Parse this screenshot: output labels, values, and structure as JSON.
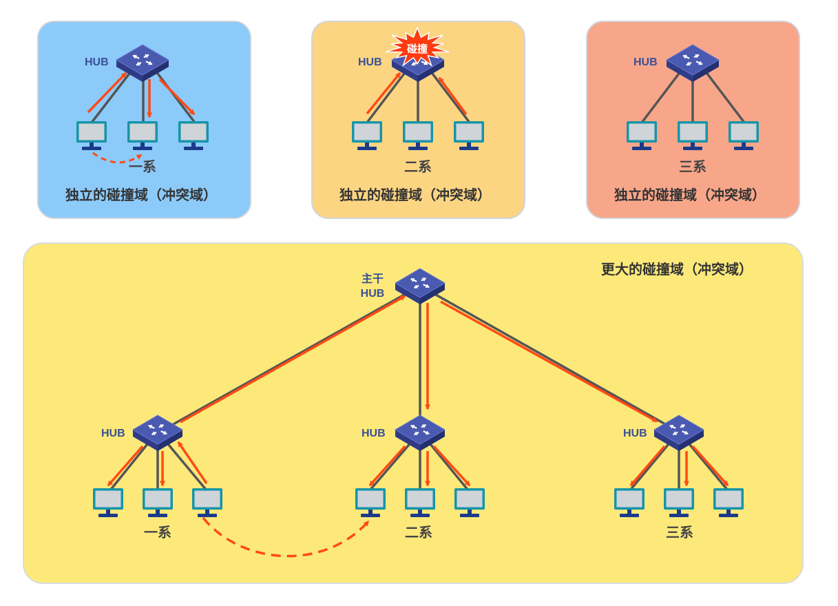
{
  "colors": {
    "panel_blue": "#8ccafa",
    "panel_orange": "#fcd583",
    "panel_salmon": "#f8a68a",
    "panel_yellow": "#fce97a",
    "panel_border": "#d0d4dc",
    "cable": "#555555",
    "arrow": "#ff4a14",
    "switch_top": "#4a5ab0",
    "switch_side": "#2f3c85",
    "monitor_frame": "#1695a8",
    "monitor_screen": "#cfd4d8",
    "burst": "#ff3a10"
  },
  "top_panels": [
    {
      "hub_label": "HUB",
      "dept_label": "一系",
      "domain_label": "独立的碰撞域（冲突域）"
    },
    {
      "hub_label": "HUB",
      "dept_label": "二系",
      "domain_label": "独立的碰撞域（冲突域）",
      "collision_label": "碰撞"
    },
    {
      "hub_label": "HUB",
      "dept_label": "三系",
      "domain_label": "独立的碰撞域（冲突域）"
    }
  ],
  "bottom_panel": {
    "domain_label": "更大的碰撞域（冲突域）",
    "backbone_label_line1": "主干",
    "backbone_label_line2": "HUB",
    "groups": [
      {
        "hub_label": "HUB",
        "dept_label": "一系"
      },
      {
        "hub_label": "HUB",
        "dept_label": "二系"
      },
      {
        "hub_label": "HUB",
        "dept_label": "三系"
      }
    ]
  }
}
